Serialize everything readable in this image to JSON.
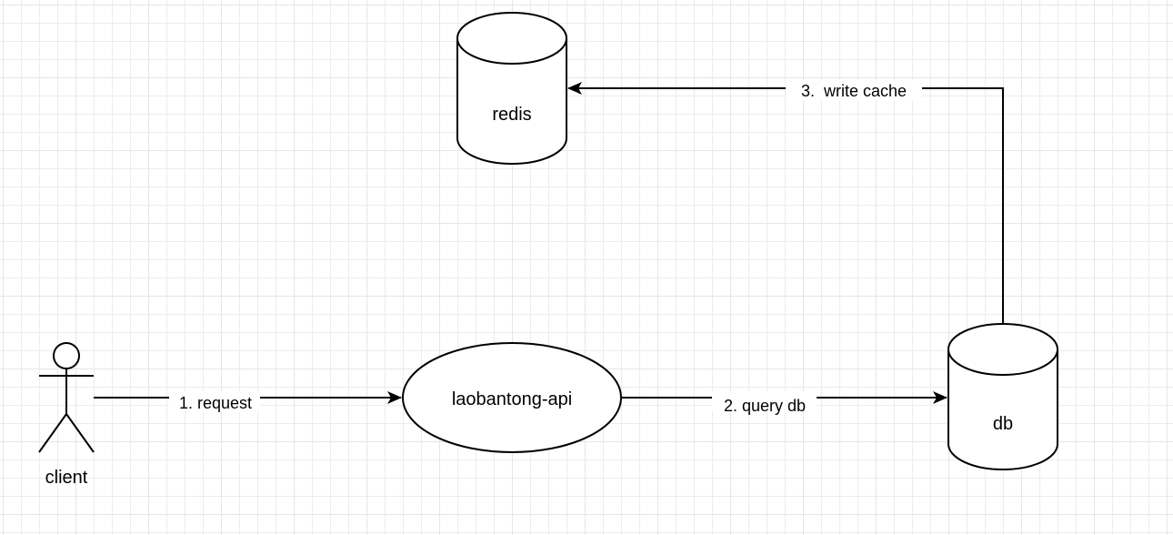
{
  "diagram": {
    "nodes": {
      "client": {
        "label": "client"
      },
      "api": {
        "label": "laobantong-api"
      },
      "db": {
        "label": "db"
      },
      "redis": {
        "label": "redis"
      }
    },
    "edges": {
      "request": {
        "label": "1. request"
      },
      "query_db": {
        "label": "2. query db"
      },
      "write_cache": {
        "label": "3.  write cache"
      }
    }
  },
  "colors": {
    "stroke": "#000000",
    "fill": "#ffffff",
    "grid": "#e6e6e6"
  }
}
